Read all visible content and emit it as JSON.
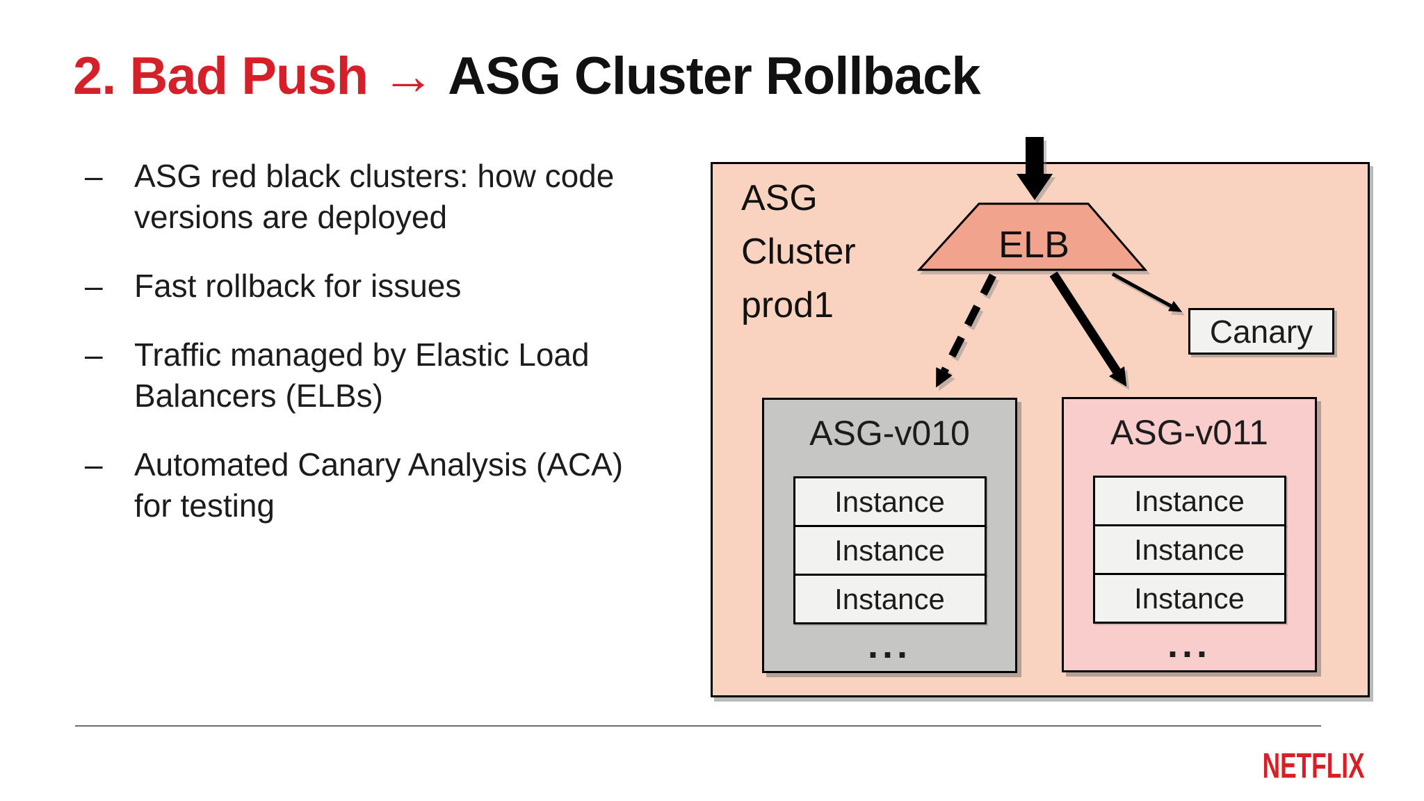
{
  "title": {
    "highlight": "2. Bad Push →",
    "rest": "ASG Cluster Rollback"
  },
  "bullets": [
    {
      "lines": [
        "ASG red black clusters: how code",
        "versions are deployed"
      ]
    },
    {
      "lines": [
        "Fast rollback for issues"
      ]
    },
    {
      "lines": [
        "Traffic managed by Elastic Load",
        "Balancers (ELBs)"
      ]
    },
    {
      "lines": [
        "Automated Canary Analysis (ACA)",
        "for testing"
      ]
    }
  ],
  "diagram": {
    "cluster_label_lines": [
      "ASG",
      "Cluster",
      "prod1"
    ],
    "elb_label": "ELB",
    "canary_label": "Canary",
    "asg_left": {
      "title": "ASG-v010",
      "instances": [
        "Instance",
        "Instance",
        "Instance"
      ],
      "ellipsis": "..."
    },
    "asg_right": {
      "title": "ASG-v011",
      "instances": [
        "Instance",
        "Instance",
        "Instance"
      ],
      "ellipsis": "..."
    }
  },
  "footer": {
    "brand": "NETFLIX"
  },
  "colors": {
    "title_red": "#d5202a",
    "brand_red": "#d81f26",
    "cluster_fill": "#f9d3bf",
    "elb_fill": "#f2a38e",
    "asg_old_fill": "#c6c6c4",
    "asg_new_fill": "#facdcd",
    "instance_fill": "#f2f2f0",
    "divider_gray": "#6e6e6e",
    "text": "#1c1c1c"
  }
}
